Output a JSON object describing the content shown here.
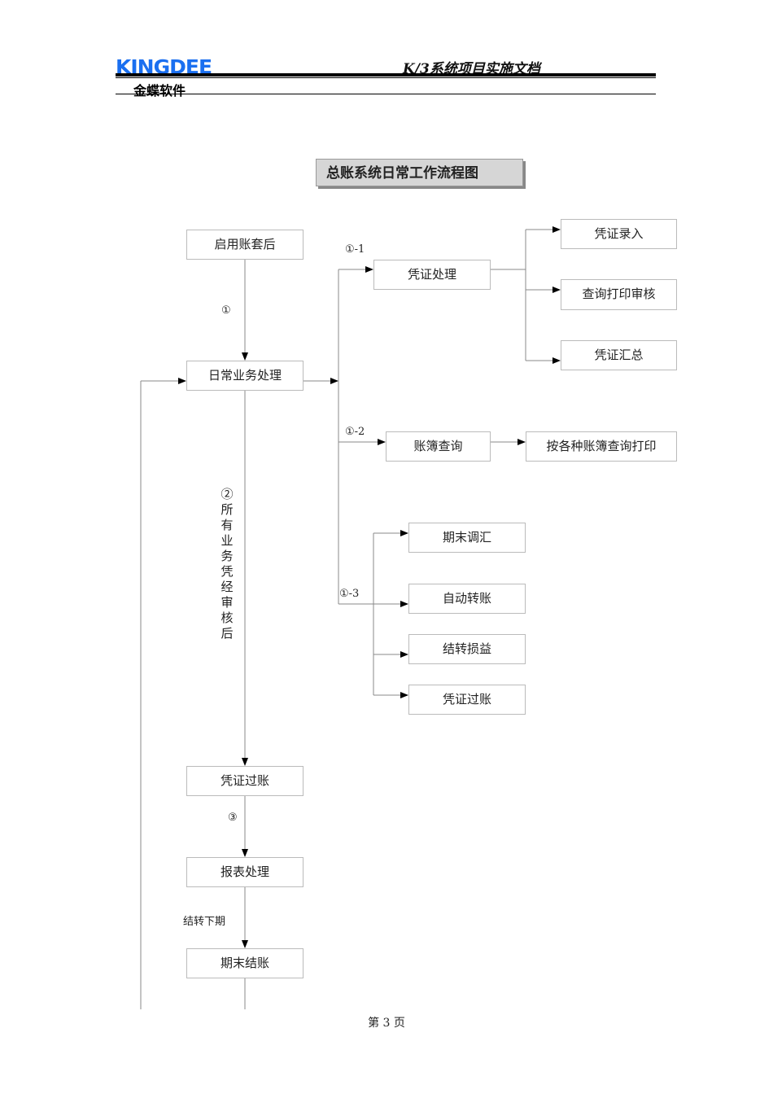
{
  "header": {
    "logo": "KINGDEE",
    "logo_cn": "金蝶软件",
    "doc_title": "K/3系统项目实施文档"
  },
  "flow": {
    "title": "总账系统日常工作流程图",
    "nodes": {
      "start": "启用账套后",
      "daily": "日常业务处理",
      "post_main": "凭证过账",
      "report": "报表处理",
      "close": "期末结账",
      "voucher": "凭证处理",
      "entry": "凭证录入",
      "query_print": "查询打印审核",
      "summary": "凭证汇总",
      "ledger": "账簿查询",
      "ledger_print": "按各种账簿查询打印",
      "fx": "期末调汇",
      "auto": "自动转账",
      "pl": "结转损益",
      "post_sub": "凭证过账"
    },
    "labels": {
      "l1": "①",
      "l1_1": "①-1",
      "l1_2": "①-2",
      "l1_3": "①-3",
      "l2": "②所有业务凭经审核后",
      "l3": "③",
      "next": "结转下期"
    }
  },
  "footer": {
    "page": "第 3 页"
  }
}
